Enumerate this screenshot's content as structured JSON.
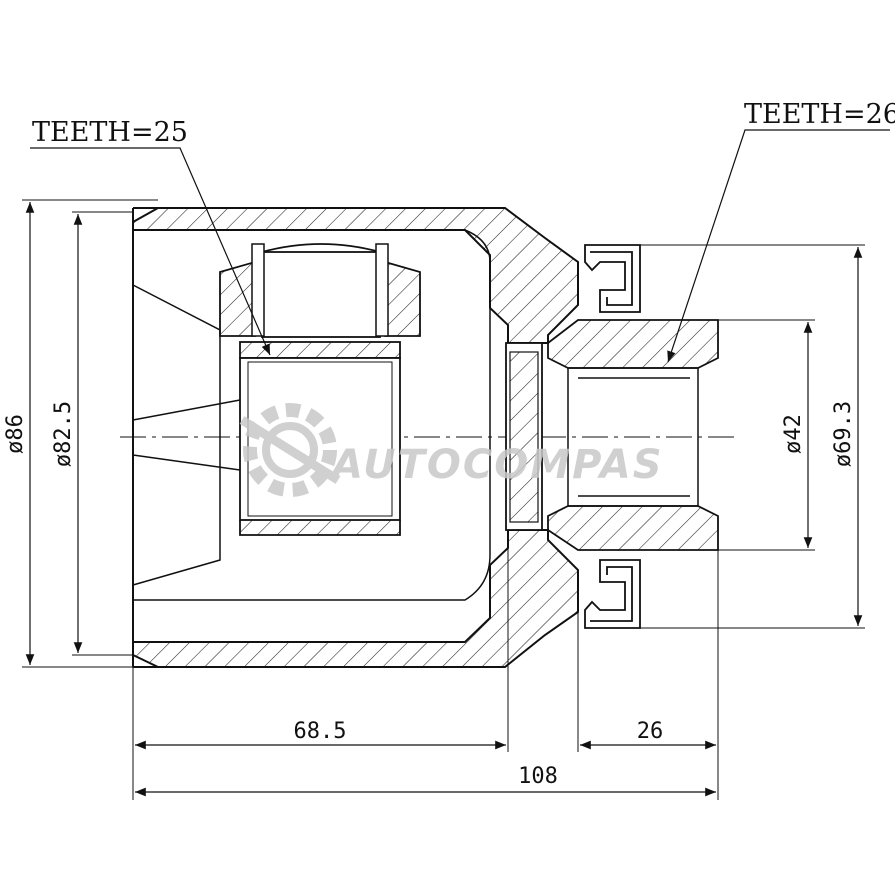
{
  "labels": {
    "teeth_left": "TEETH=25",
    "teeth_right": "TEETH=26"
  },
  "dimensions": {
    "outer_diameter": "ø86",
    "inner_diameter": "ø82.5",
    "shaft_diameter": "ø42",
    "seal_diameter": "ø69.3",
    "body_length": "68.5",
    "stem_length": "26",
    "total_length": "108"
  },
  "watermark": {
    "text": "AUTOCOMPAS",
    "icon": "gear-logo-icon"
  },
  "colors": {
    "line": "#111111",
    "hatch": "#222222",
    "watermark": "#c8c8c8"
  }
}
